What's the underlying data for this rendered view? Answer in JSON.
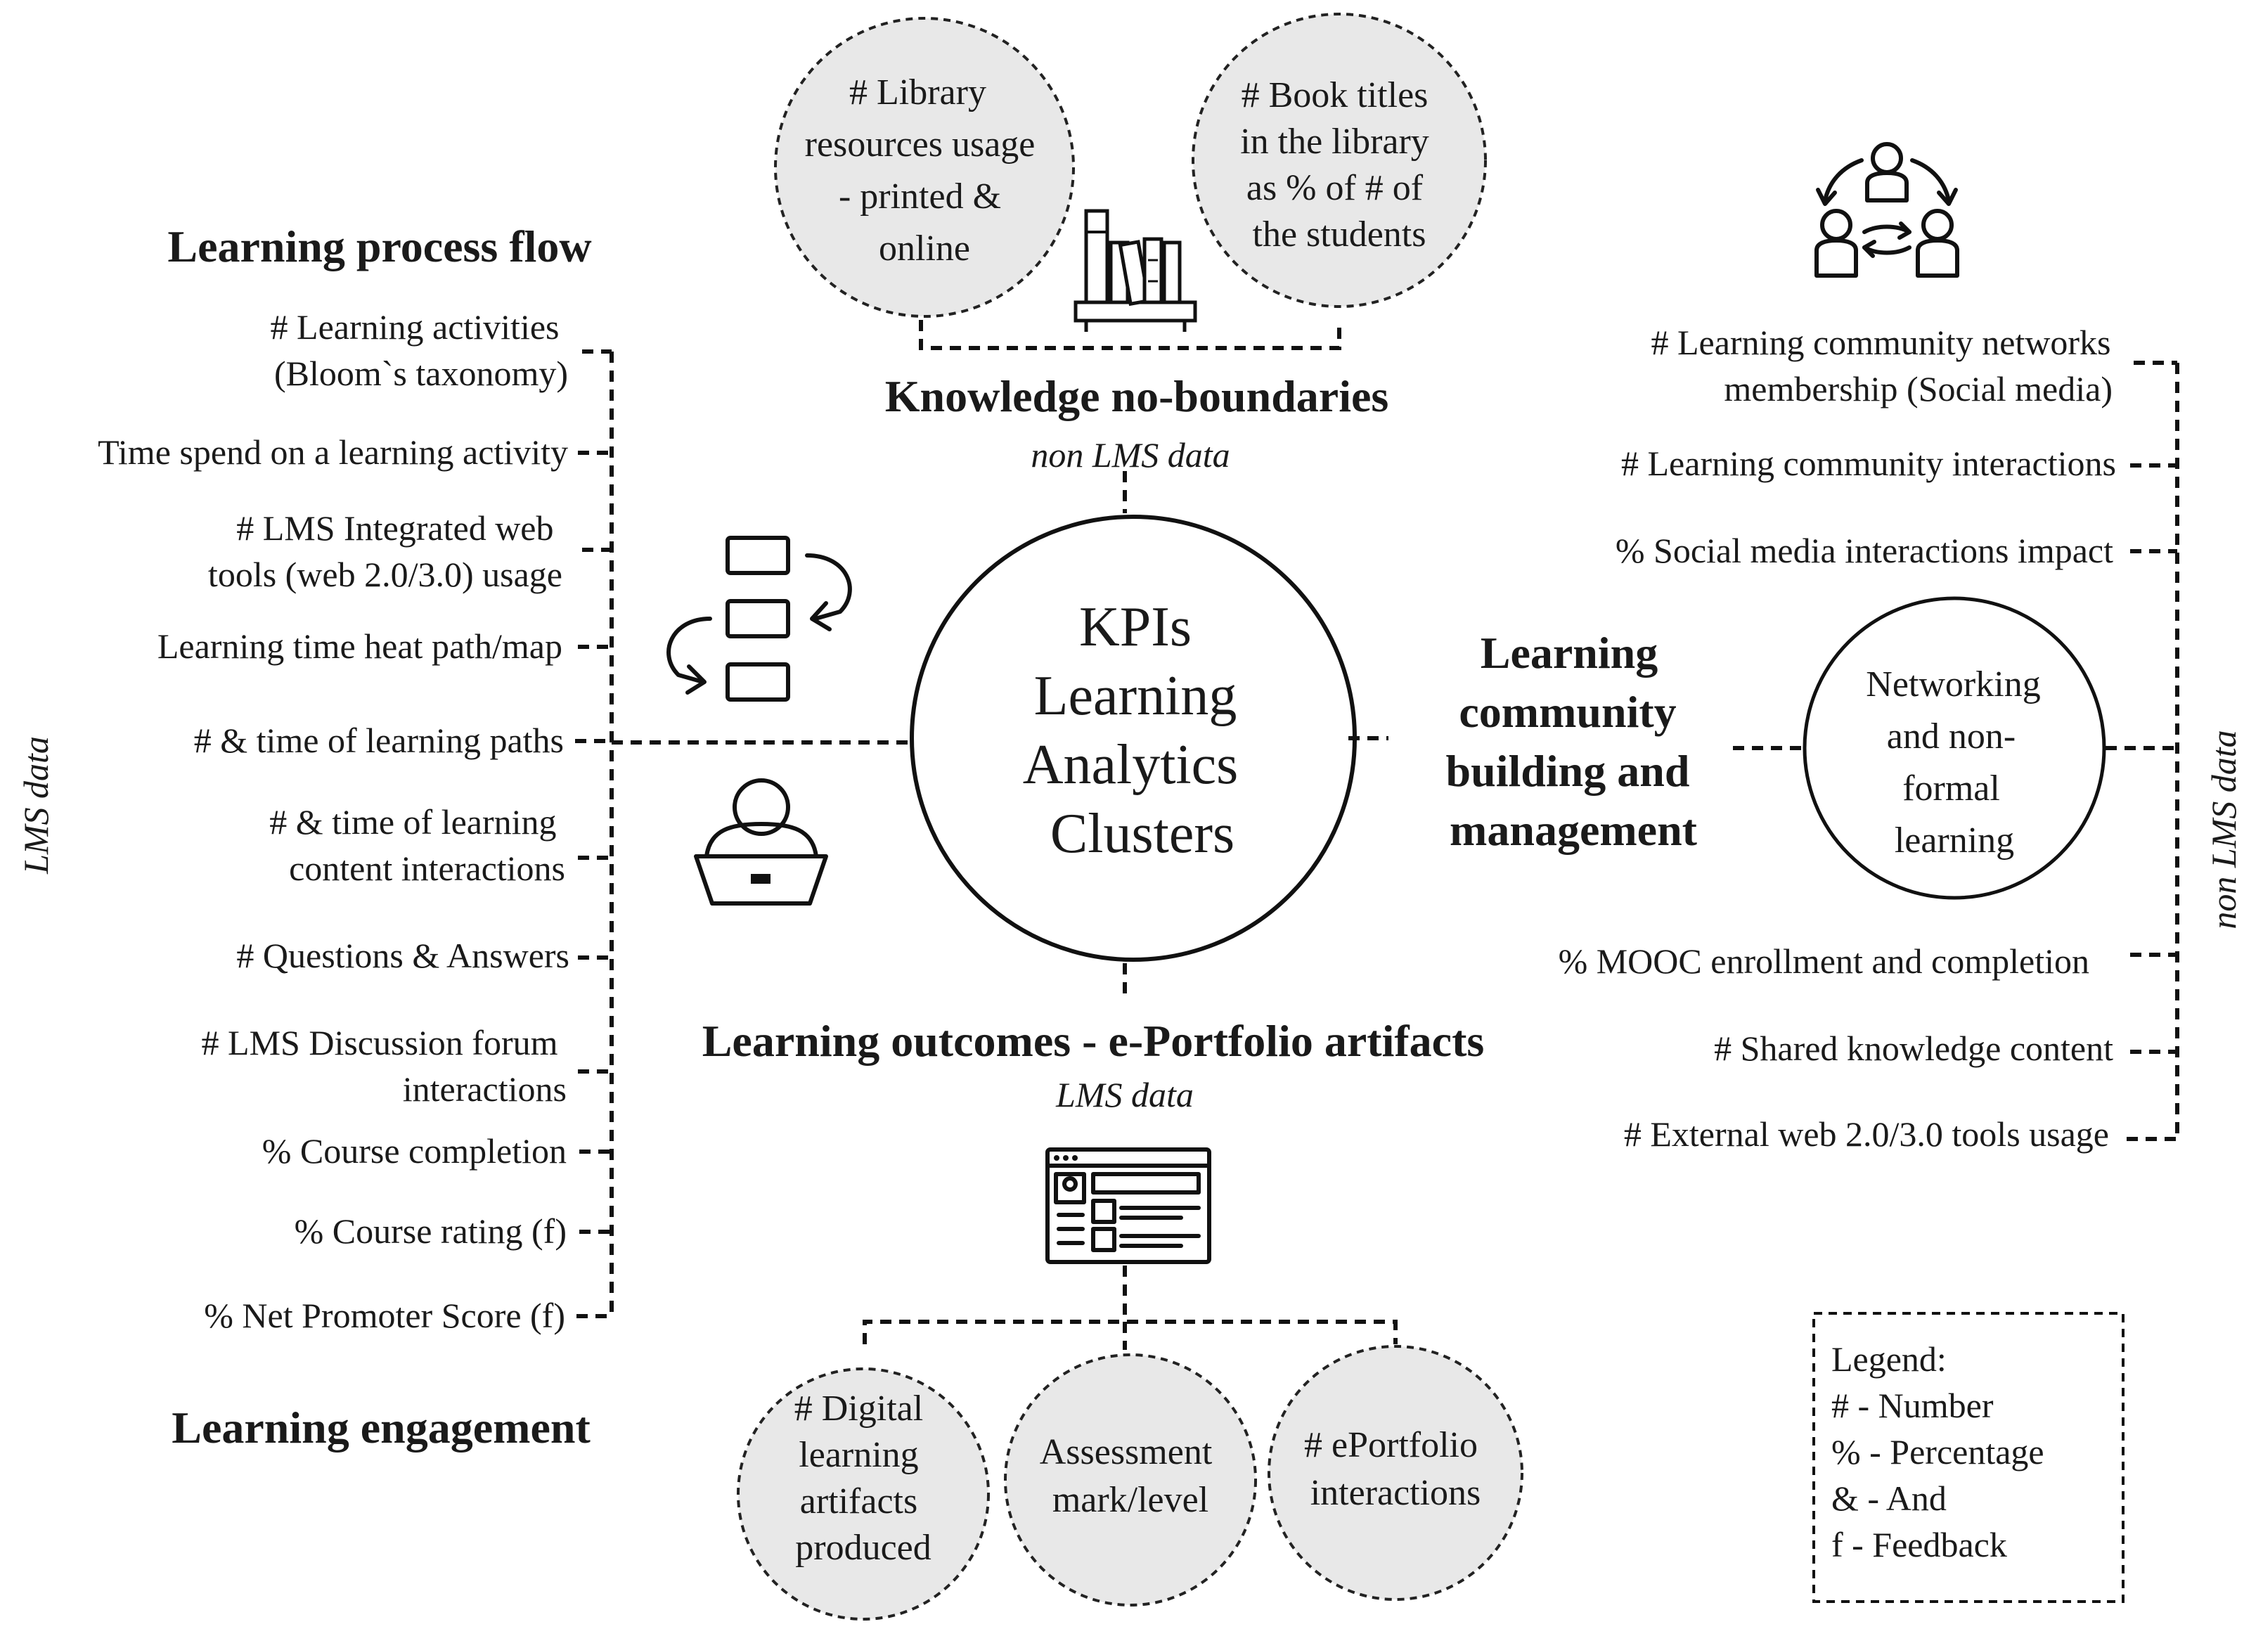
{
  "center": {
    "lines": [
      "KPIs",
      "Learning",
      "Analytics",
      "Clusters"
    ]
  },
  "top_cluster": {
    "title": "Knowledge no-boundaries",
    "subtitle": "non LMS data",
    "bubbles": [
      {
        "lines": [
          "# Library",
          "resources usage",
          "- printed &",
          "online"
        ]
      },
      {
        "lines": [
          "# Book titles",
          "in the library",
          "as % of # of",
          "the students"
        ]
      }
    ],
    "icon": "library-books-icon"
  },
  "left_cluster": {
    "title_top": "Learning process flow",
    "title_bottom": "Learning engagement",
    "side_label": "LMS data",
    "items": [
      [
        "# Learning activities",
        "(Bloom`s taxonomy)"
      ],
      [
        "Time spend on a learning activity"
      ],
      [
        "# LMS Integrated web",
        "tools (web 2.0/3.0) usage"
      ],
      [
        "Learning time heat path/map"
      ],
      [
        "# & time of learning paths"
      ],
      [
        "# & time of learning",
        "content interactions"
      ],
      [
        "# Questions & Answers"
      ],
      [
        "# LMS Discussion forum",
        "interactions"
      ],
      [
        "% Course completion"
      ],
      [
        "% Course rating (f)"
      ],
      [
        "% Net Promoter Score (f)"
      ]
    ],
    "icons": [
      "process-flow-icon",
      "learner-laptop-icon"
    ]
  },
  "right_cluster": {
    "title_lines": [
      "Learning",
      "community",
      "building and",
      "management"
    ],
    "side_label": "non LMS data",
    "bubble": {
      "lines": [
        "Networking",
        "and non-",
        "formal",
        "learning"
      ]
    },
    "items": [
      [
        "# Learning community networks",
        "membership (Social media)"
      ],
      [
        "# Learning community interactions"
      ],
      [
        "% Social media interactions impact"
      ],
      [
        "% MOOC enrollment and completion"
      ],
      [
        "# Shared knowledge content"
      ],
      [
        "# External web 2.0/3.0 tools usage"
      ]
    ],
    "icon": "community-network-icon"
  },
  "bottom_cluster": {
    "title": "Learning outcomes - e-Portfolio artifacts",
    "subtitle": "LMS data",
    "bubbles": [
      {
        "lines": [
          "# Digital",
          "learning",
          "artifacts",
          "produced"
        ]
      },
      {
        "lines": [
          "Assessment",
          "mark/level"
        ]
      },
      {
        "lines": [
          "# ePortfolio",
          "interactions"
        ]
      }
    ],
    "icon": "eportfolio-browser-icon"
  },
  "legend": {
    "title": "Legend:",
    "entries": [
      "# - Number",
      "% - Percentage",
      "& - And",
      "f - Feedback"
    ]
  }
}
